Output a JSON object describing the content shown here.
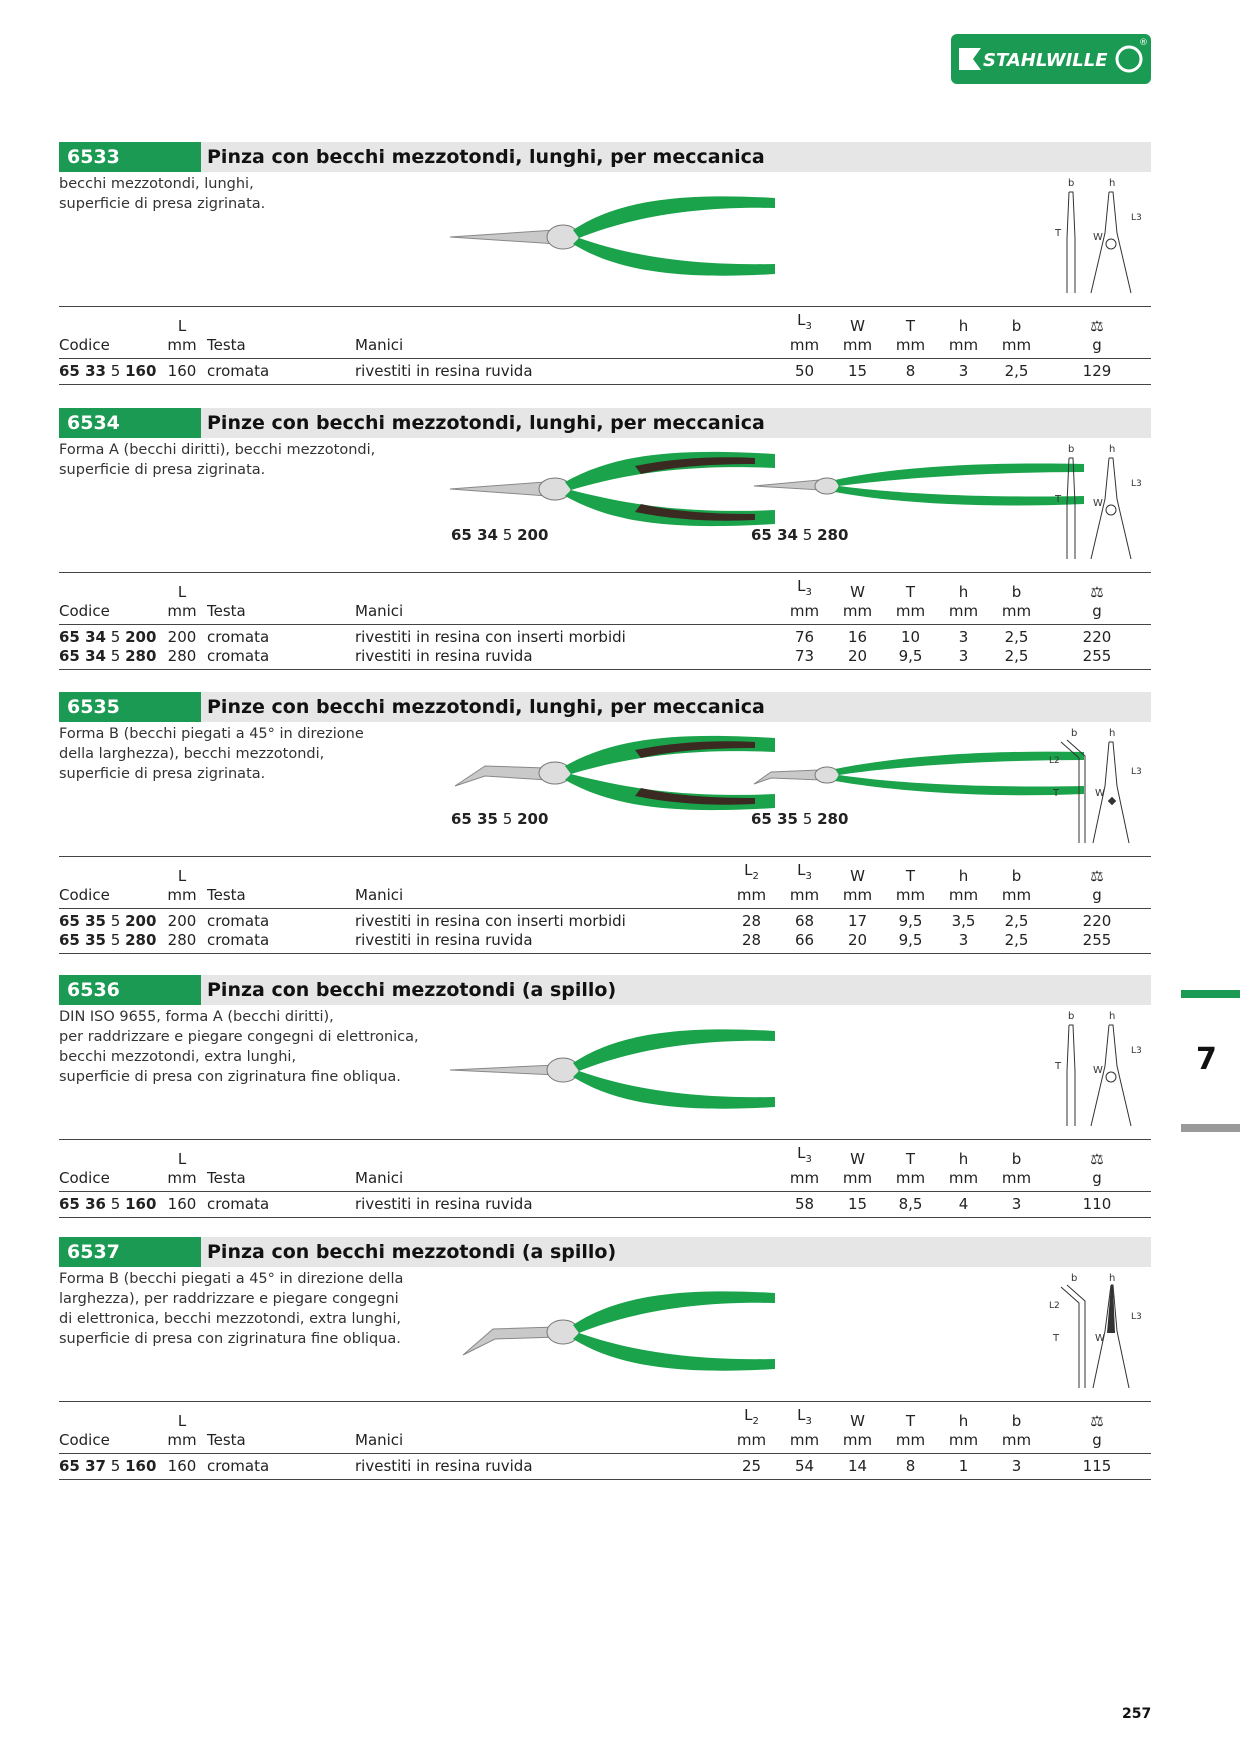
{
  "brand": {
    "name": "STAHLWILLE",
    "reg": "®",
    "color": "#1a9a52"
  },
  "sections": [
    {
      "id": "6533",
      "title": "Pinza con becchi mezzotondi, lunghi, per meccanica",
      "description": "becchi mezzotondi, lunghi,\nsuperficie di presa zigrinata.",
      "headers": {
        "code": "Codice",
        "l": "L",
        "testa": "Testa",
        "manici": "Manici",
        "l2": "",
        "l3": "L3",
        "w": "W",
        "t": "T",
        "h": "h",
        "b": "b",
        "weight_unit": "g",
        "mm": "mm"
      },
      "rows": [
        {
          "code_a": "65 33",
          "code_b": "5",
          "code_c": "160",
          "l": "160",
          "testa": "cromata",
          "manici": "rivestiti in resina ruvida",
          "l2": "",
          "l3": "50",
          "w": "15",
          "t": "8",
          "h": "3",
          "b": "2,5",
          "g": "129"
        }
      ]
    },
    {
      "id": "6534",
      "title": "Pinze con becchi mezzotondi, lunghi, per meccanica",
      "description": "Forma A (becchi diritti), becchi mezzotondi,\nsuperficie di presa zigrinata.",
      "tool_labels": [
        {
          "a": "65 34",
          "b": "5",
          "c": "200"
        },
        {
          "a": "65 34",
          "b": "5",
          "c": "280"
        }
      ],
      "headers": {
        "code": "Codice",
        "l": "L",
        "testa": "Testa",
        "manici": "Manici",
        "l2": "",
        "l3": "L3",
        "w": "W",
        "t": "T",
        "h": "h",
        "b": "b",
        "weight_unit": "g",
        "mm": "mm"
      },
      "rows": [
        {
          "code_a": "65 34",
          "code_b": "5",
          "code_c": "200",
          "l": "200",
          "testa": "cromata",
          "manici": "rivestiti in resina con inserti morbidi",
          "l2": "",
          "l3": "76",
          "w": "16",
          "t": "10",
          "h": "3",
          "b": "2,5",
          "g": "220"
        },
        {
          "code_a": "65 34",
          "code_b": "5",
          "code_c": "280",
          "l": "280",
          "testa": "cromata",
          "manici": "rivestiti in resina ruvida",
          "l2": "",
          "l3": "73",
          "w": "20",
          "t": "9,5",
          "h": "3",
          "b": "2,5",
          "g": "255"
        }
      ]
    },
    {
      "id": "6535",
      "title": "Pinze con becchi mezzotondi, lunghi, per meccanica",
      "description": "Forma B (becchi piegati a 45° in direzione\ndella larghezza), becchi mezzotondi,\nsuperficie di presa zigrinata.",
      "tool_labels": [
        {
          "a": "65 35",
          "b": "5",
          "c": "200"
        },
        {
          "a": "65 35",
          "b": "5",
          "c": "280"
        }
      ],
      "headers": {
        "code": "Codice",
        "l": "L",
        "testa": "Testa",
        "manici": "Manici",
        "l2": "L2",
        "l3": "L3",
        "w": "W",
        "t": "T",
        "h": "h",
        "b": "b",
        "weight_unit": "g",
        "mm": "mm"
      },
      "rows": [
        {
          "code_a": "65 35",
          "code_b": "5",
          "code_c": "200",
          "l": "200",
          "testa": "cromata",
          "manici": "rivestiti in resina con inserti morbidi",
          "l2": "28",
          "l3": "68",
          "w": "17",
          "t": "9,5",
          "h": "3,5",
          "b": "2,5",
          "g": "220"
        },
        {
          "code_a": "65 35",
          "code_b": "5",
          "code_c": "280",
          "l": "280",
          "testa": "cromata",
          "manici": "rivestiti in resina ruvida",
          "l2": "28",
          "l3": "66",
          "w": "20",
          "t": "9,5",
          "h": "3",
          "b": "2,5",
          "g": "255"
        }
      ]
    },
    {
      "id": "6536",
      "title": "Pinza con becchi mezzotondi (a spillo)",
      "description": "DIN ISO 9655, forma A (becchi diritti),\nper raddrizzare e piegare congegni di elettronica,\nbecchi mezzotondi, extra lunghi,\nsuperficie di presa con zigrinatura fine obliqua.",
      "headers": {
        "code": "Codice",
        "l": "L",
        "testa": "Testa",
        "manici": "Manici",
        "l2": "",
        "l3": "L3",
        "w": "W",
        "t": "T",
        "h": "h",
        "b": "b",
        "weight_unit": "g",
        "mm": "mm"
      },
      "rows": [
        {
          "code_a": "65 36",
          "code_b": "5",
          "code_c": "160",
          "l": "160",
          "testa": "cromata",
          "manici": "rivestiti in resina ruvida",
          "l2": "",
          "l3": "58",
          "w": "15",
          "t": "8,5",
          "h": "4",
          "b": "3",
          "g": "110"
        }
      ]
    },
    {
      "id": "6537",
      "title": "Pinza con becchi mezzotondi (a spillo)",
      "description": "Forma B (becchi piegati a 45° in direzione della\nlarghezza), per raddrizzare e piegare congegni\ndi elettronica, becchi mezzotondi, extra lunghi,\nsuperficie di presa con zigrinatura fine obliqua.",
      "headers": {
        "code": "Codice",
        "l": "L",
        "testa": "Testa",
        "manici": "Manici",
        "l2": "L2",
        "l3": "L3",
        "w": "W",
        "t": "T",
        "h": "h",
        "b": "b",
        "weight_unit": "g",
        "mm": "mm"
      },
      "rows": [
        {
          "code_a": "65 37",
          "code_b": "5",
          "code_c": "160",
          "l": "160",
          "testa": "cromata",
          "manici": "rivestiti in resina ruvida",
          "l2": "25",
          "l3": "54",
          "w": "14",
          "t": "8",
          "h": "1",
          "b": "3",
          "g": "115"
        }
      ]
    }
  ],
  "chapter_tab": "7",
  "page_number": "257"
}
